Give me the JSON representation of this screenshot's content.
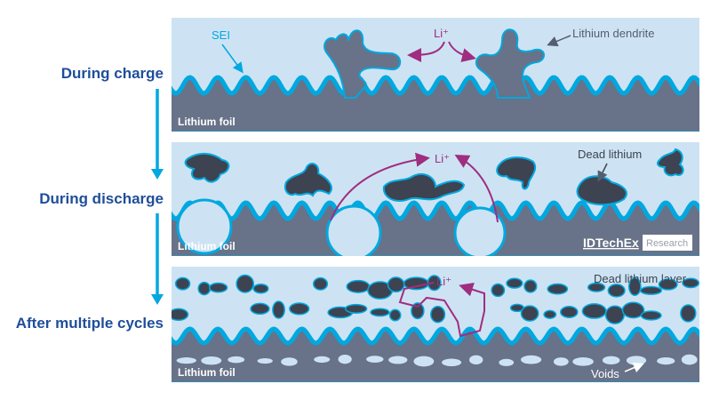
{
  "stages": [
    {
      "label": "During charge"
    },
    {
      "label": "During discharge"
    },
    {
      "label": "After multiple cycles"
    }
  ],
  "panels": {
    "charge": {
      "foil": "Lithium foil",
      "sei": "SEI",
      "ion": "Li⁺",
      "dendrite": "Lithium dendrite"
    },
    "discharge": {
      "foil": "Lithium foil",
      "ion": "Li⁺",
      "dead": "Dead lithium"
    },
    "cycles": {
      "foil": "Lithium foil",
      "ion": "Li⁺",
      "dead_layer": "Dead lithium layer",
      "voids": "Voids"
    }
  },
  "logo": {
    "brand": "IDTechEx",
    "tag": "Research"
  },
  "colors": {
    "electrolyte": "#cde3f3",
    "foil": "#687289",
    "sei": "#00a8e0",
    "dead_lithium": "#3d4350",
    "ion": "#a02d7f",
    "stage_label": "#1f4e9a",
    "arrow": "#00a8e0"
  }
}
